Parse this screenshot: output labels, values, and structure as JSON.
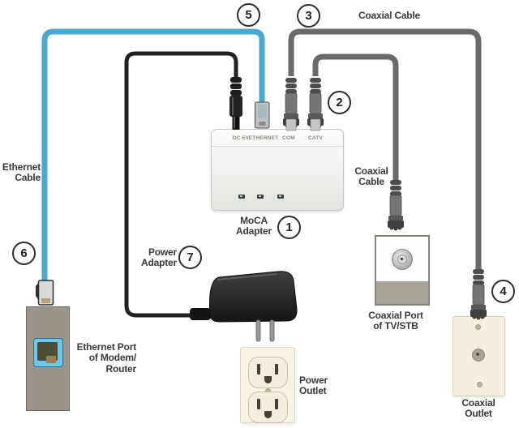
{
  "colors": {
    "ethernet_cable": "#4aa8cd",
    "coax_cable": "#6a6a6a",
    "power_cable": "#212121",
    "label_text": "#3c3936"
  },
  "labels": {
    "coaxial_cable_top": "Coaxial Cable",
    "ethernet_cable": "Ethernet\nCable",
    "coaxial_cable_right": "Coaxial\nCable",
    "power_adapter": "Power\nAdapter",
    "moca_adapter": "MoCA\nAdapter",
    "ethernet_port_modem": "Ethernet Port\nof Modem/\nRouter",
    "power_outlet": "Power\nOutlet",
    "coaxial_port_tv": "Coaxial Port\nof TV/STB",
    "coaxial_outlet": "Coaxial\nOutlet"
  },
  "adapter_ports": {
    "dc": "DC 5V",
    "ethernet": "ETHERNET",
    "coax": "COM",
    "catv": "CATV"
  },
  "badges": {
    "moca_adapter": "1",
    "catv_connector": "2",
    "coax_cable_top": "3",
    "coax_outlet_connector": "4",
    "ethernet_cable_top": "5",
    "ethernet_cable_bottom": "6",
    "power_adapter": "7"
  }
}
